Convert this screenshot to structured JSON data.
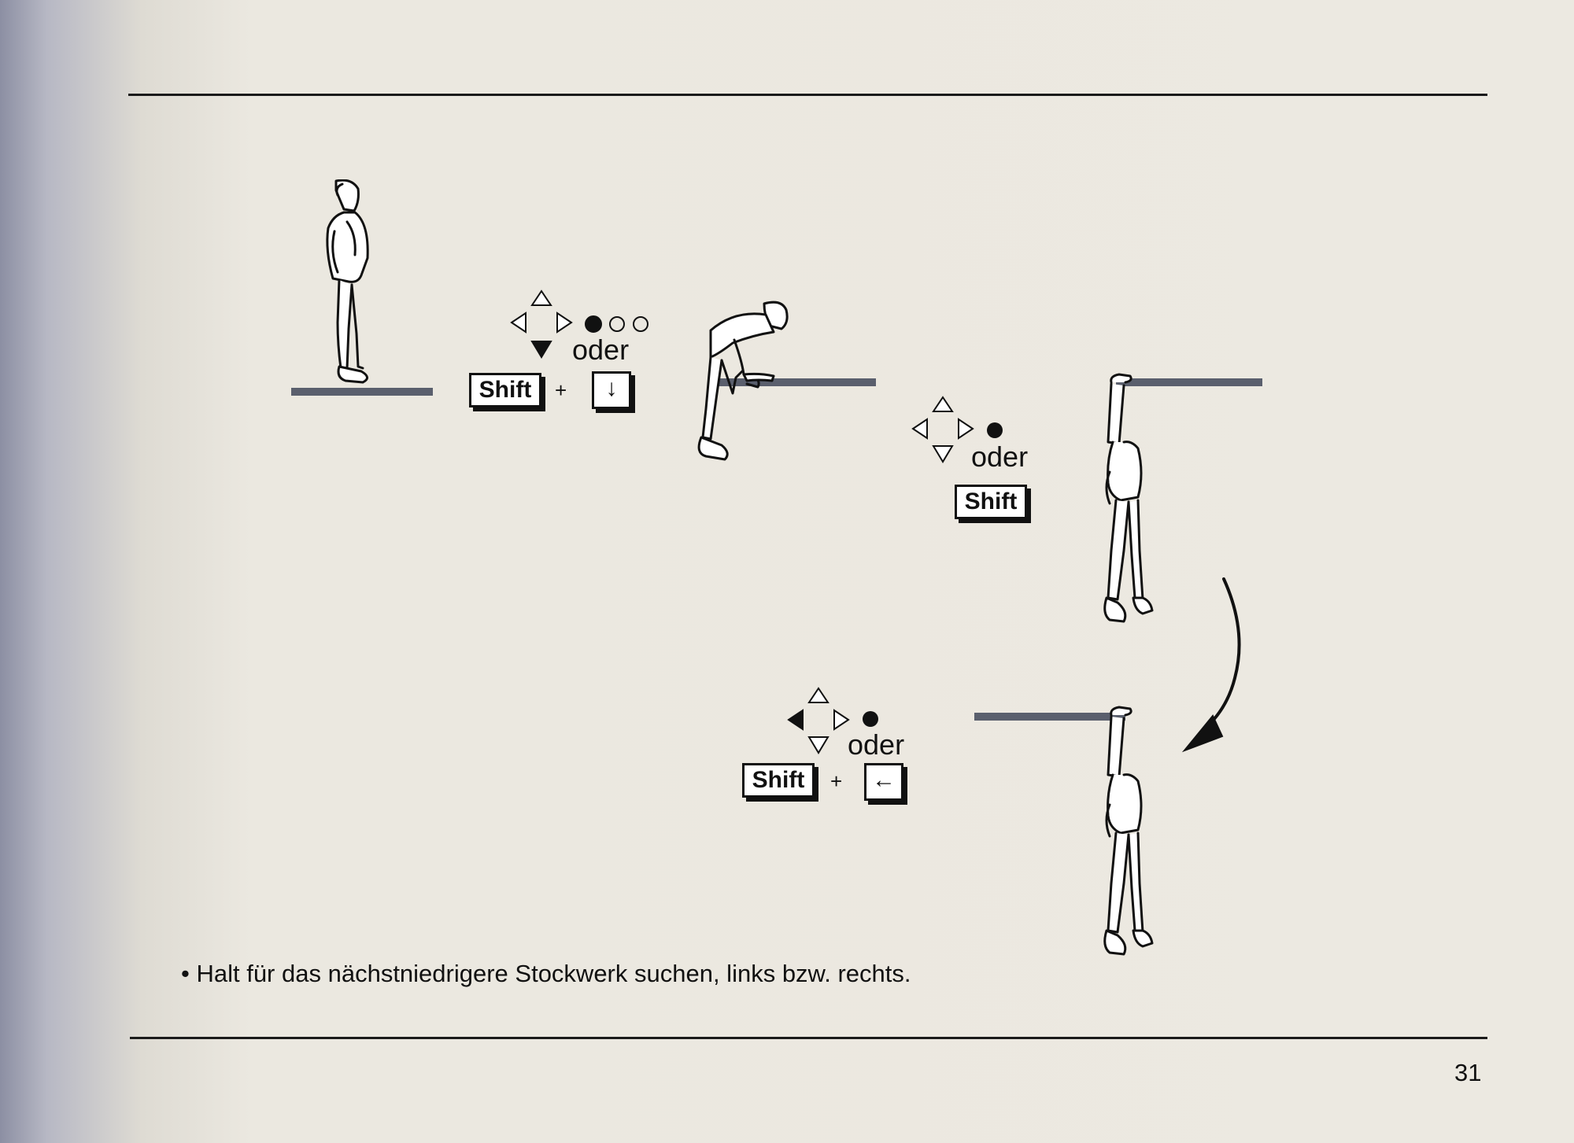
{
  "header_rule": true,
  "footer_rule": true,
  "group1": {
    "oder": "oder",
    "shift_key": "Shift",
    "plus": "+",
    "arrow_key_glyph": "↓",
    "dpad_active": "down",
    "buttons_filled": 1,
    "buttons_total": 3
  },
  "group2": {
    "oder": "oder",
    "shift_key": "Shift",
    "dpad_active": "none",
    "buttons_filled": 1,
    "buttons_total": 1
  },
  "group3": {
    "oder": "oder",
    "shift_key": "Shift",
    "plus": "+",
    "arrow_key_glyph": "←",
    "dpad_active": "left",
    "buttons_filled": 1,
    "buttons_total": 1
  },
  "figures": [
    {
      "pose": "standing"
    },
    {
      "pose": "crouching-at-ledge-edge"
    },
    {
      "pose": "hanging-from-ledge"
    },
    {
      "pose": "hanging-from-lower-ledge"
    }
  ],
  "caption": "• Halt für das nächstniedrigere Stockwerk suchen, links bzw. rechts.",
  "page_number": "31",
  "colors": {
    "ink": "#111111",
    "ledge": "#5a5f6d",
    "paper": "#ece9e1"
  }
}
